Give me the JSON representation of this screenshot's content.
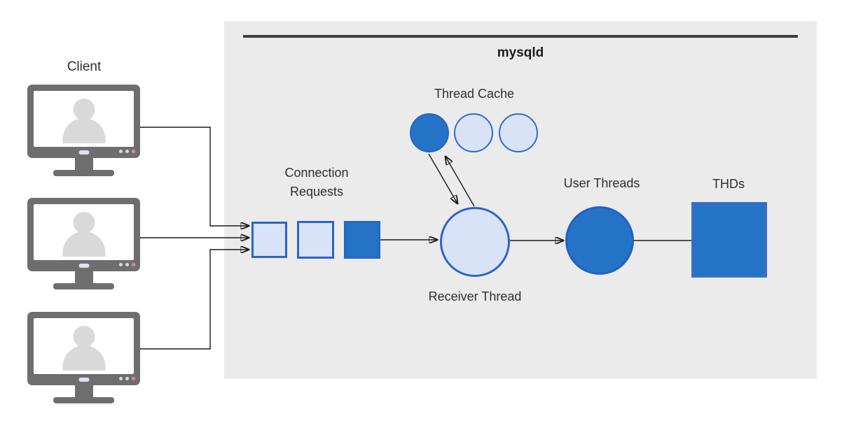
{
  "diagram": {
    "title": "mysqld",
    "client": {
      "label": "Client",
      "monitor_count": 3
    },
    "thread_cache": {
      "label": "Thread Cache",
      "circles": [
        {
          "state": "active",
          "fill": "#2473c7"
        },
        {
          "state": "idle",
          "fill": "#d9e3f7"
        },
        {
          "state": "idle",
          "fill": "#d9e3f7"
        }
      ]
    },
    "connection_requests": {
      "line1": "Connection",
      "line2": "Requests",
      "queue_slots": [
        {
          "state": "empty",
          "fill": "#d9e3f7"
        },
        {
          "state": "empty",
          "fill": "#d9e3f7"
        },
        {
          "state": "filled",
          "fill": "#2473c7"
        }
      ]
    },
    "receiver_thread": {
      "label": "Receiver Thread"
    },
    "user_threads": {
      "label": "User Threads"
    },
    "thds": {
      "label": "THDs"
    },
    "flows": [
      "client-1 to connection-queue",
      "client-2 to connection-queue",
      "client-3 to connection-queue",
      "connection-queue to receiver-thread",
      "receiver-thread to thread-cache",
      "thread-cache to receiver-thread",
      "receiver-thread to user-threads",
      "user-threads to thds"
    ]
  },
  "colors": {
    "panel_background": "#ebebeb",
    "accent_blue_fill": "#2473c7",
    "light_blue_fill": "#d9e3f7",
    "blue_border": "#2d64c8",
    "title_rule": "#3f3f3f",
    "monitor_gray": "#6e6e6e",
    "person_gray": "#d9d9d9",
    "monitor_dot_red": "#e8868f",
    "connector_black": "#1a1a1a"
  }
}
